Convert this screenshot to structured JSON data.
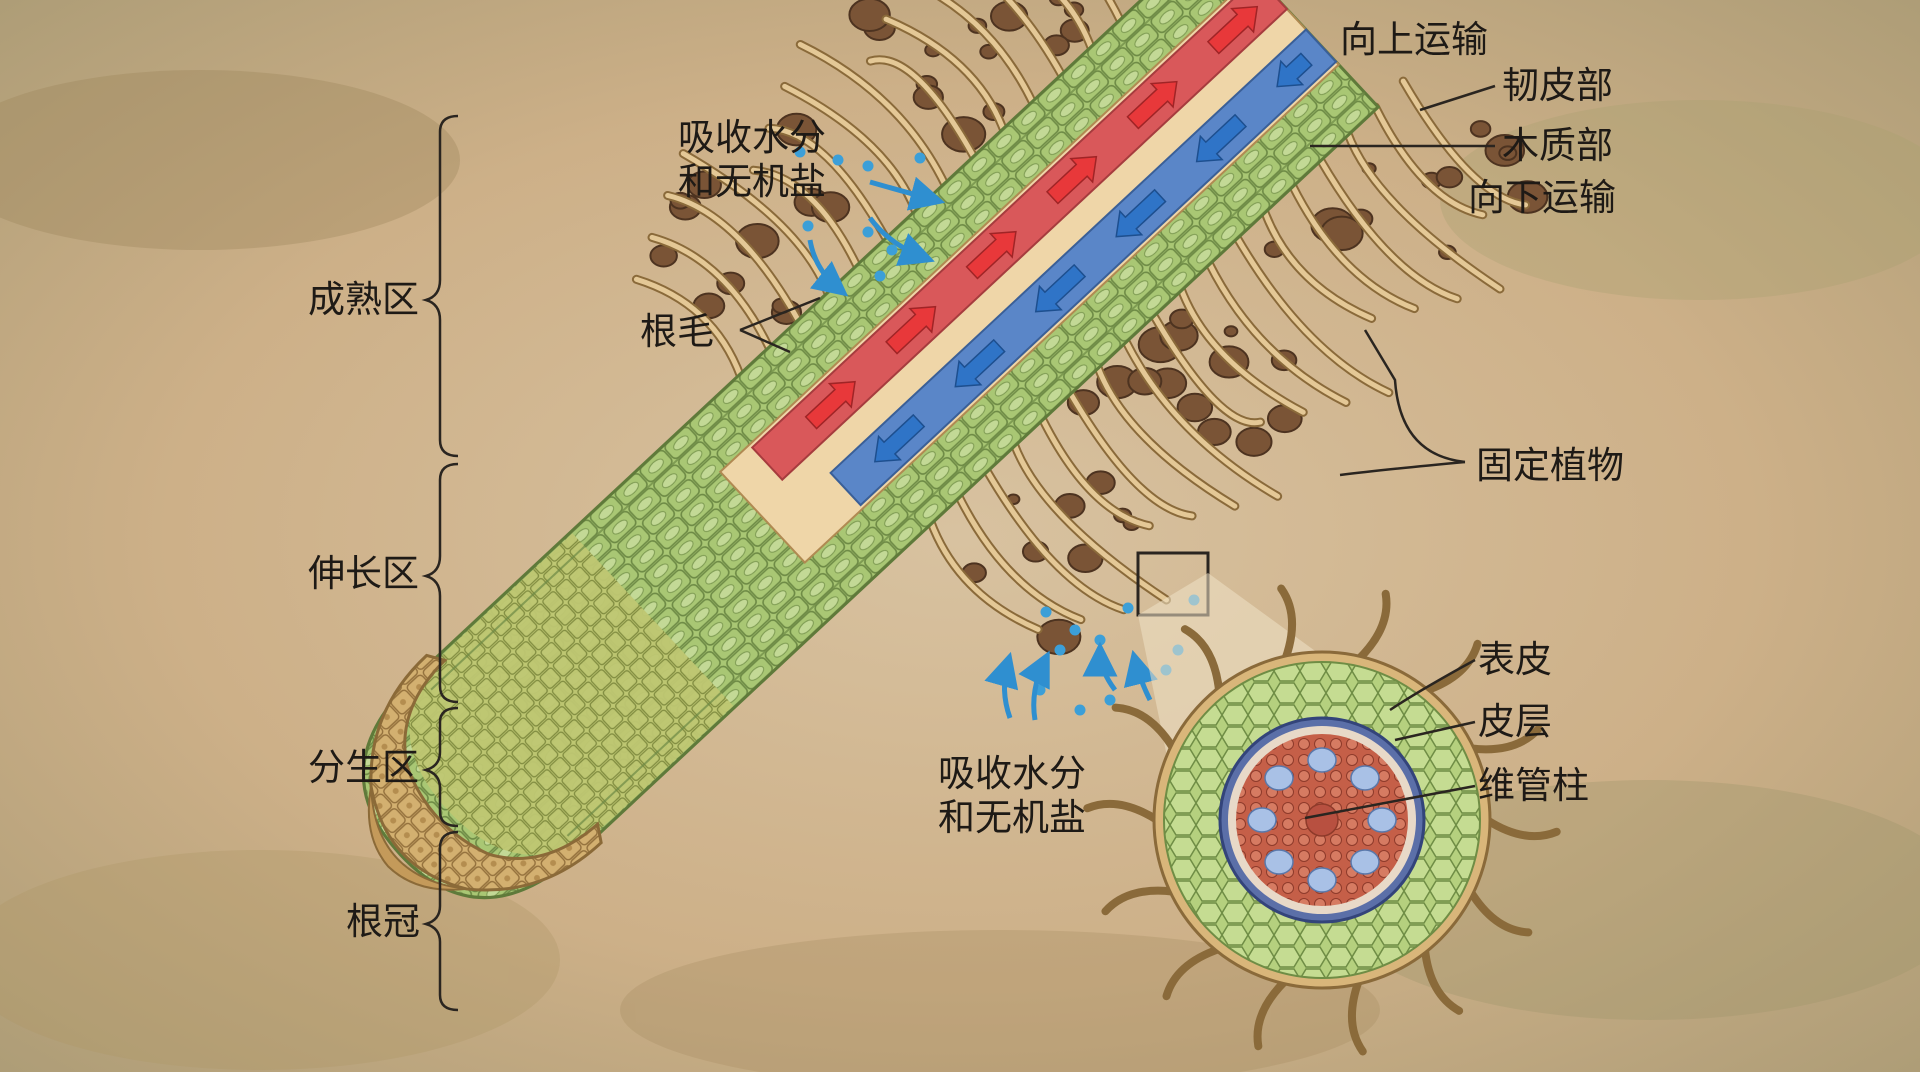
{
  "zones": {
    "maturation": "成熟区",
    "elongation": "伸长区",
    "meristem": "分生区",
    "root_cap": "根冠"
  },
  "labels": {
    "absorb_top_line1": "吸收水分",
    "absorb_top_line2": "和无机盐",
    "absorb_bottom_line1": "吸收水分",
    "absorb_bottom_line2": "和无机盐",
    "root_hair": "根毛",
    "transport_up": "向上运输",
    "phloem": "韧皮部",
    "xylem": "木质部",
    "transport_down": "向下运输",
    "anchor_plant": "固定植物",
    "epidermis": "表皮",
    "cortex": "皮层",
    "stele": "维管柱"
  },
  "colors": {
    "phloem": "#d9585a",
    "xylem": "#5a86c8",
    "root_green": "#9bbd67",
    "root_cap": "#c9a25f",
    "soil": "#7a5436",
    "water": "#3c9fd8"
  }
}
